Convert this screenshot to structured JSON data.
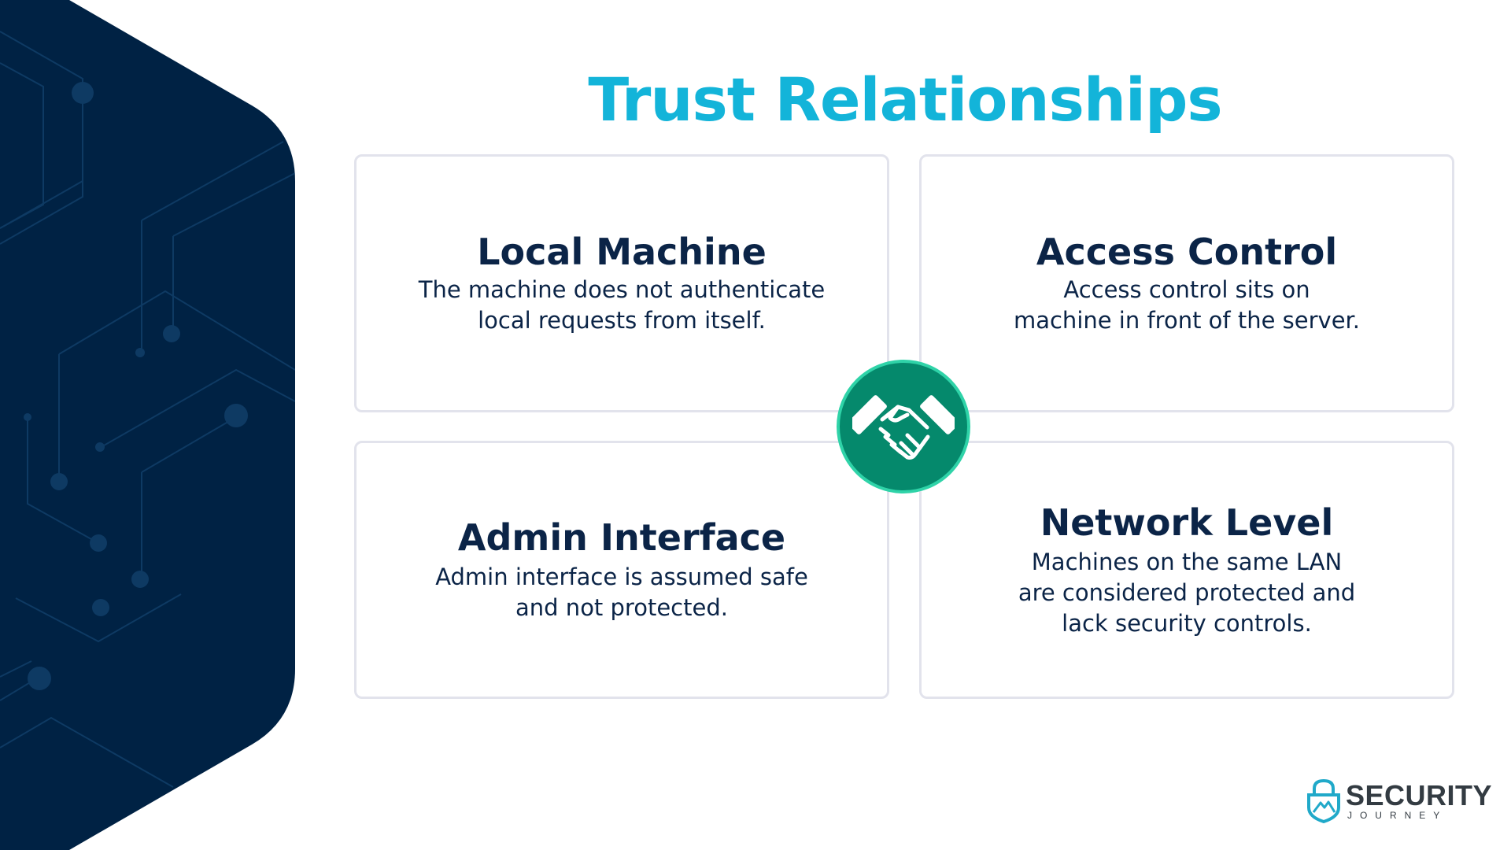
{
  "slide": {
    "title": "Trust Relationships"
  },
  "cards": [
    {
      "title": "Local Machine",
      "description": "The machine does not authenticate\nlocal requests from itself."
    },
    {
      "title": "Access Control",
      "description": "Access control sits on\nmachine in front of the server."
    },
    {
      "title": "Admin Interface",
      "description": "Admin interface is assumed safe\nand not protected."
    },
    {
      "title": "Network Level",
      "description": "Machines on the same LAN\nare considered protected and\nlack security controls."
    }
  ],
  "center_icon": {
    "icon": "handshake-icon",
    "fill_color": "#05896c",
    "ring_color": "#2fd3a8"
  },
  "logo": {
    "word": "SECURITY",
    "sub": "JOURNEY",
    "icon": "shield-mountain-icon",
    "accent_color": "#20a9c9"
  },
  "colors": {
    "title": "#13b4d9",
    "heading": "#0b2447",
    "panel": "#002244",
    "card_border": "#e2e3ec"
  }
}
